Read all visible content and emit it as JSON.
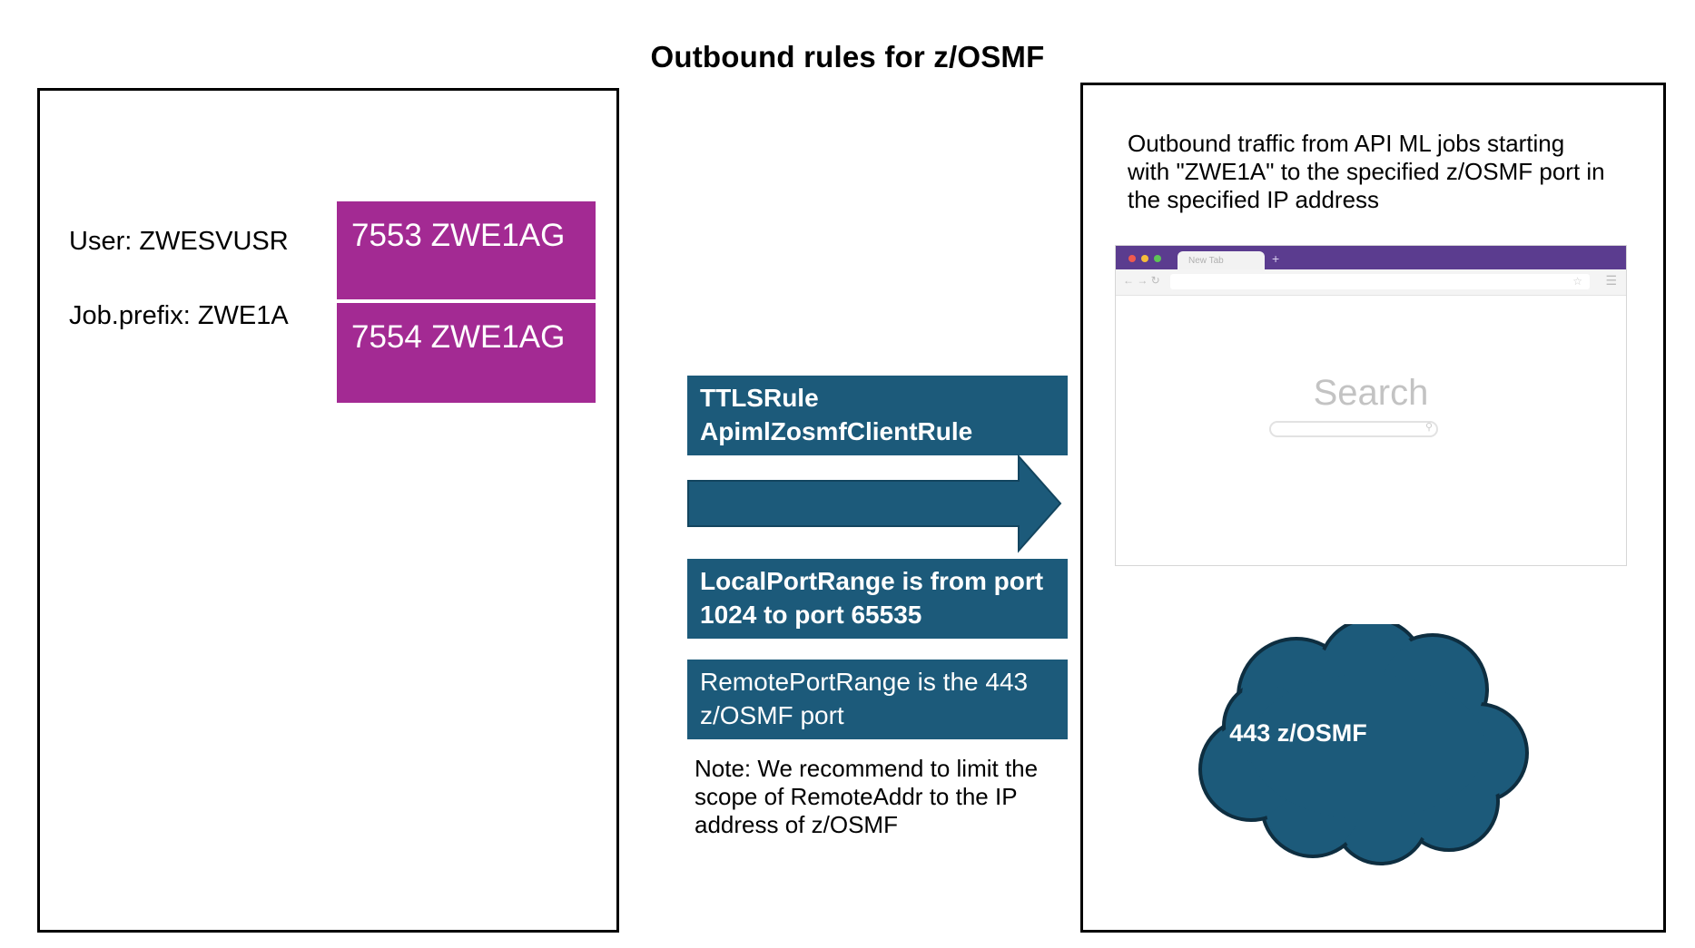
{
  "title": "Outbound rules for z/OSMF",
  "source_box": {
    "user_label": "User: ZWESVUSR",
    "job_prefix_label": "Job.prefix: ZWE1A",
    "jobs": [
      "7553 ZWE1AG",
      "7554 ZWE1AG"
    ],
    "job_color": "#a32a93"
  },
  "rule": {
    "name_line1": "TTLSRule",
    "name_line2": "ApimlZosmfClientRule",
    "local_port_line1": "LocalPortRange is from port",
    "local_port_line2": "1024 to port 65535",
    "remote_port_line1": "RemotePortRange is the 443",
    "remote_port_line2": "z/OSMF port",
    "note_line1": "Note: We recommend to limit the",
    "note_line2": "scope of RemoteAddr to the IP",
    "note_line3": "address of z/OSMF",
    "box_color": "#1c5a7a"
  },
  "target_box": {
    "desc_line1": "Outbound traffic from API ML jobs starting",
    "desc_line2": "with \"ZWE1A\" to the specified z/OSMF port in",
    "desc_line3": "the specified IP address",
    "browser": {
      "tab_label": "New Tab",
      "search_label": "Search",
      "tabbar_color": "#5b3c8f"
    },
    "cloud_label": "443 z/OSMF",
    "cloud_color": "#1c5a7a"
  }
}
